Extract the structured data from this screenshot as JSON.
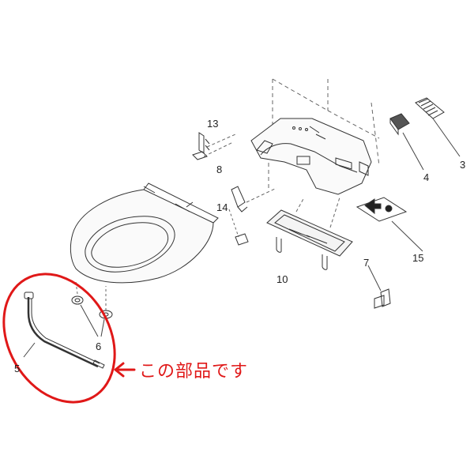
{
  "diagram": {
    "parts": [
      {
        "id": "3",
        "label": "3"
      },
      {
        "id": "4",
        "label": "4"
      },
      {
        "id": "5",
        "label": "5"
      },
      {
        "id": "6",
        "label": "6"
      },
      {
        "id": "7",
        "label": "7"
      },
      {
        "id": "8",
        "label": "8"
      },
      {
        "id": "10",
        "label": "10"
      },
      {
        "id": "13",
        "label": "13"
      },
      {
        "id": "14",
        "label": "14"
      },
      {
        "id": "15",
        "label": "15"
      }
    ],
    "callout": {
      "text": "この部品です",
      "color": "#e01818",
      "target_part": "5"
    },
    "line_color": "#333333"
  }
}
